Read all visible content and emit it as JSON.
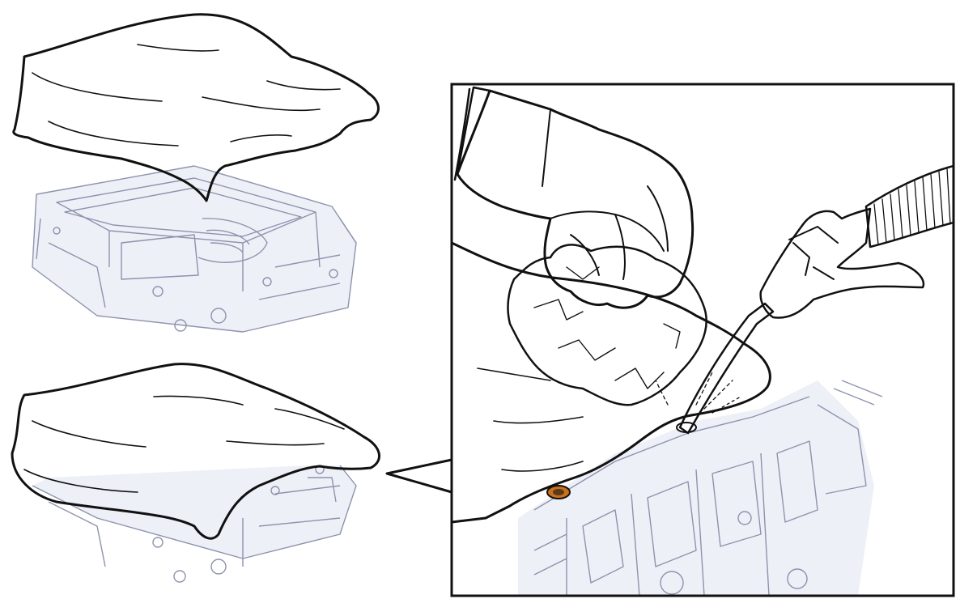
{
  "colors": {
    "cloth_orange": "#ef9a3e",
    "cloth_orange_dark": "#c9711c",
    "cloth_white": "#e9eaf6",
    "engine_line": "#8e93ad",
    "engine_fill": "#eef0f8",
    "outline": "#111111",
    "glove": "#ffffff",
    "air_gun": "#ef9a3e"
  },
  "icons": {
    "top_step": "orange-cloth-over-open-housing",
    "bottom_step": "white-cloth-covering-housing",
    "callout": "gloved-hand-holding-cloth-while-air-gun-blows-bolt-hole"
  }
}
